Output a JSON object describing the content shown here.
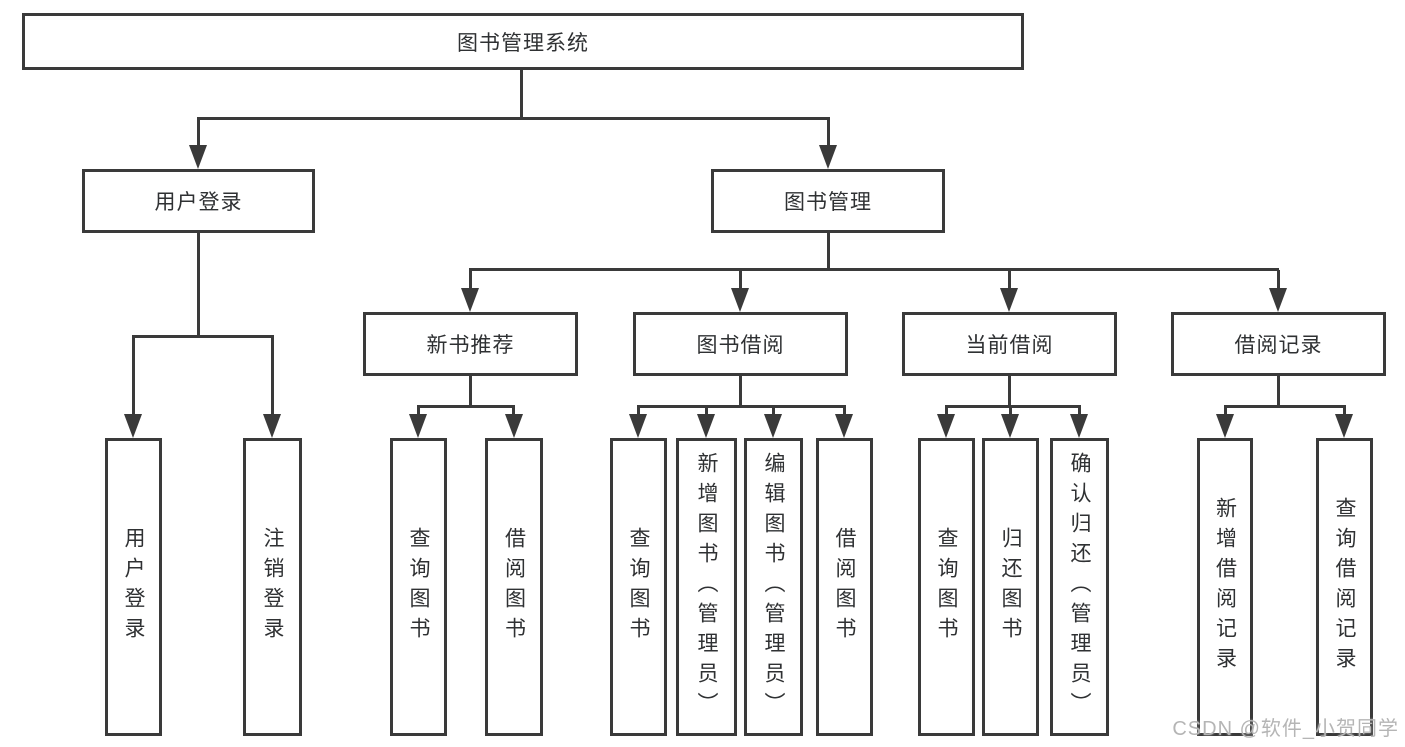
{
  "colors": {
    "line": "#3a3a3a",
    "text": "#2f3133",
    "background": "#ffffff",
    "watermark": "#b5b5b5"
  },
  "watermark": "CSDN @软件_小贺同学",
  "nodes": {
    "root": {
      "label": "图书管理系统"
    },
    "level2": [
      {
        "label": "用户登录"
      },
      {
        "label": "图书管理"
      }
    ],
    "level3": [
      {
        "label": "新书推荐",
        "parent": "图书管理"
      },
      {
        "label": "图书借阅",
        "parent": "图书管理"
      },
      {
        "label": "当前借阅",
        "parent": "图书管理"
      },
      {
        "label": "借阅记录",
        "parent": "图书管理"
      }
    ],
    "leaves": [
      {
        "label": "用户登录",
        "parent": "用户登录"
      },
      {
        "label": "注销登录",
        "parent": "用户登录"
      },
      {
        "label": "查询图书",
        "parent": "新书推荐"
      },
      {
        "label": "借阅图书",
        "parent": "新书推荐"
      },
      {
        "label": "查询图书",
        "parent": "图书借阅"
      },
      {
        "label": "新增图书（管理员）",
        "parent": "图书借阅"
      },
      {
        "label": "编辑图书（管理员）",
        "parent": "图书借阅"
      },
      {
        "label": "借阅图书",
        "parent": "图书借阅"
      },
      {
        "label": "查询图书",
        "parent": "当前借阅"
      },
      {
        "label": "归还图书",
        "parent": "当前借阅"
      },
      {
        "label": "确认归还（管理员）",
        "parent": "当前借阅"
      },
      {
        "label": "新增借阅记录",
        "parent": "借阅记录"
      },
      {
        "label": "查询借阅记录",
        "parent": "借阅记录"
      }
    ]
  }
}
